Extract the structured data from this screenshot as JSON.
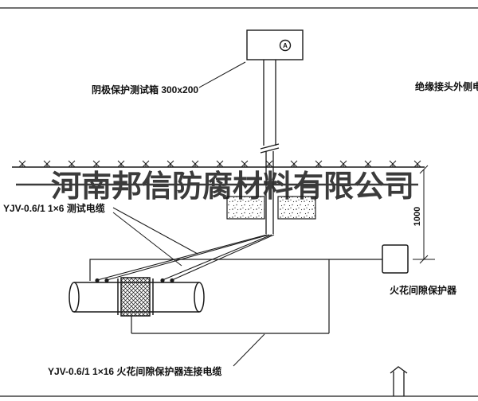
{
  "labels": {
    "test_box_label": "阴极保护测试箱 300x200",
    "right_cable_label": "绝缘接头外侧电缆",
    "test_cable_label": "YJV-0.6/1 1×6  测试电缆",
    "spark_gap_label": "火花间隙保护器",
    "bottom_cable_label": "YJV-0.6/1 1×16  火花间隙保护器连接电缆",
    "dimension_value": "1000",
    "meter_symbol": "A"
  },
  "watermark": {
    "text": "河南邦信防腐材料有限公司"
  },
  "colors": {
    "line": "#1a1a1a",
    "watermark": "#2d2d2d",
    "background": "#ffffff"
  }
}
